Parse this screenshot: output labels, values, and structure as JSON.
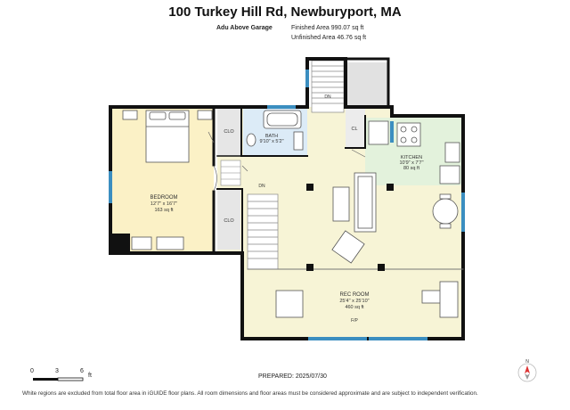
{
  "header": {
    "title": "100 Turkey Hill Rd, Newburyport, MA",
    "floor_label": "Adu Above Garage",
    "finished_area": "Finished Area 990.07 sq ft",
    "unfinished_area": "Unfinished Area 46.76 sq ft"
  },
  "rooms": {
    "bedroom": {
      "name": "BEDROOM",
      "dims": "12'7\" x 16'7\"",
      "area": "163 sq ft"
    },
    "bath": {
      "name": "BATH",
      "dims": "9'10\" x 5'2\""
    },
    "kitchen": {
      "name": "KITCHEN",
      "dims": "10'9\" x 7'7\"",
      "area": "80 sq ft"
    },
    "rec_room": {
      "name": "REC ROOM",
      "dims": "25'4\" x 25'10\"",
      "area": "460 sq ft"
    },
    "clo_top": "CLO",
    "clo_bottom": "CLO",
    "cl": "CL",
    "dn_top": "DN",
    "dn_mid": "DN",
    "fp": "F/P"
  },
  "scale": {
    "zero": "0",
    "three": "3",
    "six": "6",
    "unit": "ft"
  },
  "north_label": "N",
  "footer": {
    "prepared": "PREPARED: 2025/07/30",
    "note": "White regions are excluded from total floor area in iGUIDE floor plans. All room dimensions and floor areas must be considered approximate and are subject to independent verification."
  },
  "colors": {
    "bedroom_fill": "#fbf1c6",
    "living_fill": "#f7f4d6",
    "kitchen_fill": "#e3f2dc",
    "bath_fill": "#dcebf7",
    "wall": "#111111",
    "window": "#3b8ec0",
    "closet_fill": "#e6e6e6"
  }
}
